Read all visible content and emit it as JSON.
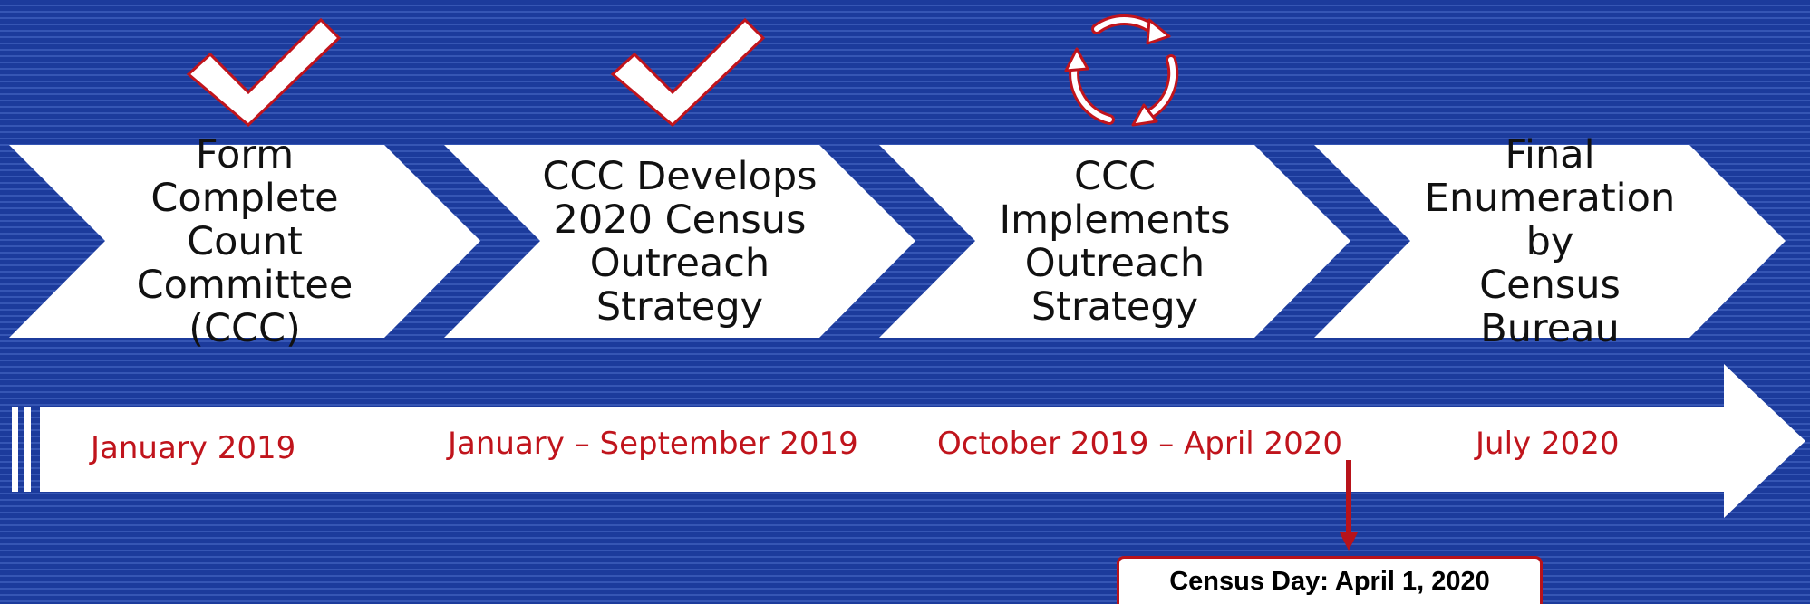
{
  "steps": [
    {
      "label": "Form Complete\nCount\nCommittee\n(CCC)",
      "status_icon": "checkmark-icon"
    },
    {
      "label": "CCC Develops\n2020 Census\nOutreach\nStrategy",
      "status_icon": "checkmark-icon"
    },
    {
      "label": "CCC\nImplements\nOutreach\nStrategy",
      "status_icon": "cycle-icon"
    },
    {
      "label": "Final\nEnumeration by\nCensus Bureau",
      "status_icon": ""
    }
  ],
  "timeline": {
    "dates": [
      "January 2019",
      "January – September 2019",
      "October 2019 – April 2020",
      "July 2020"
    ]
  },
  "census_day": "Census Day: April 1, 2020",
  "colors": {
    "background": "#1c3b9c",
    "stripe": "#3656b4",
    "accent_red": "#c0141c",
    "chevron_fill": "#ffffff"
  }
}
